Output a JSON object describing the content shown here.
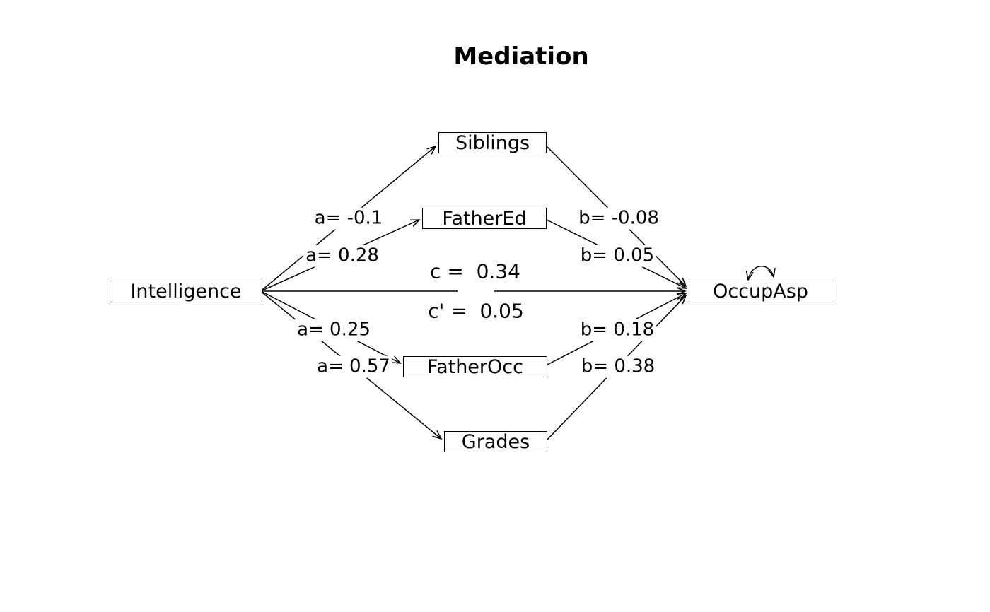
{
  "title": "Mediation",
  "nodes": {
    "siblings": {
      "label": "Siblings"
    },
    "fathered": {
      "label": "FatherEd"
    },
    "intelligence": {
      "label": "Intelligence"
    },
    "occupasp": {
      "label": "OccupAsp"
    },
    "fatherocc": {
      "label": "FatherOcc"
    },
    "grades": {
      "label": "Grades"
    }
  },
  "paths": {
    "a_siblings": {
      "from": "Intelligence",
      "to": "Siblings",
      "label": "a= -0.1"
    },
    "a_fathered": {
      "from": "Intelligence",
      "to": "FatherEd",
      "label": "a= 0.28"
    },
    "a_fatherocc": {
      "from": "Intelligence",
      "to": "FatherOcc",
      "label": "a= 0.25"
    },
    "a_grades": {
      "from": "Intelligence",
      "to": "Grades",
      "label": "a= 0.57"
    },
    "b_siblings": {
      "from": "Siblings",
      "to": "OccupAsp",
      "label": "b= -0.08"
    },
    "b_fathered": {
      "from": "FatherEd",
      "to": "OccupAsp",
      "label": "b= 0.05"
    },
    "b_fatherocc": {
      "from": "FatherOcc",
      "to": "OccupAsp",
      "label": "b= 0.18"
    },
    "b_grades": {
      "from": "Grades",
      "to": "OccupAsp",
      "label": "b= 0.38"
    },
    "c_total": {
      "from": "Intelligence",
      "to": "OccupAsp",
      "label": "c =  0.34"
    },
    "c_prime": {
      "from": "Intelligence",
      "to": "OccupAsp",
      "label": "c' =  0.05"
    }
  },
  "colors": {
    "stroke": "#000000",
    "background": "#ffffff",
    "text": "#000000"
  }
}
